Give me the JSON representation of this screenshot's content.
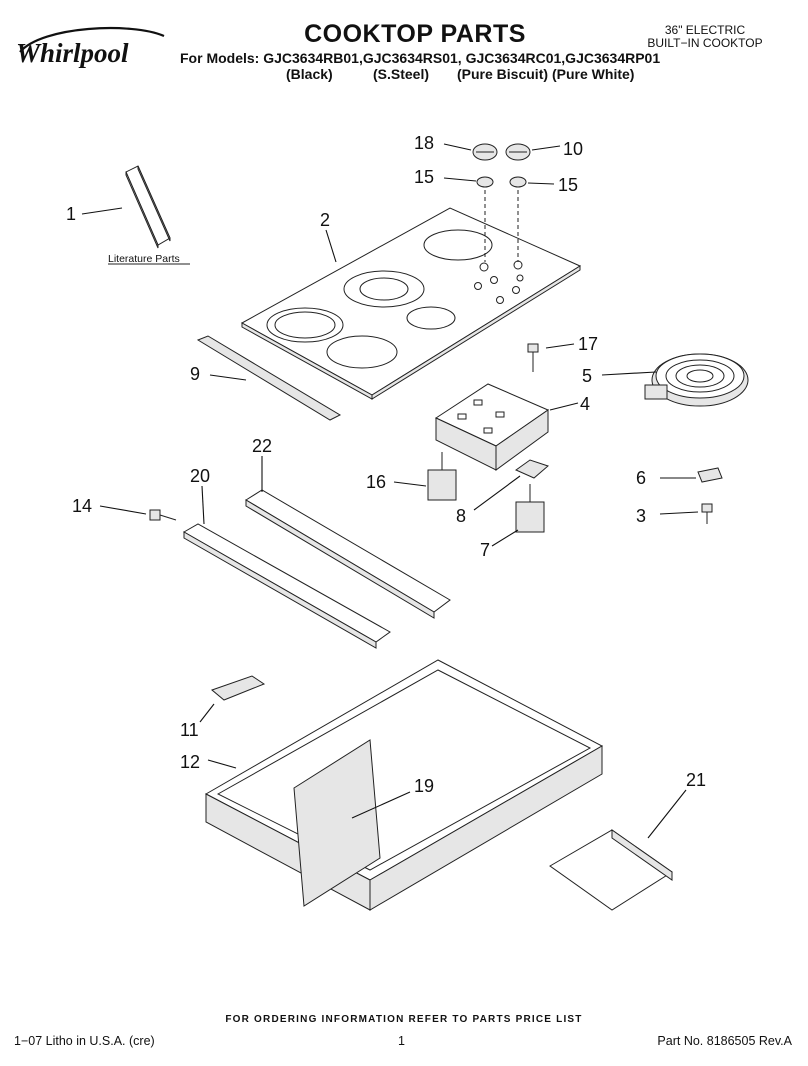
{
  "header": {
    "brand": "Whirlpool",
    "title": "COOKTOP PARTS",
    "models_line": "For Models: GJC3634RB01,GJC3634RS01, GJC3634RC01,GJC3634RP01",
    "finishes": [
      "(Black)",
      "(S.Steel)",
      "(Pure Biscuit)",
      "(Pure White)"
    ],
    "product_type_line1": "36\" ELECTRIC",
    "product_type_line2": "BUILT−IN COOKTOP"
  },
  "diagram": {
    "literature_label": "Literature Parts",
    "callouts": {
      "c1": "1",
      "c2": "2",
      "c3": "3",
      "c4": "4",
      "c5": "5",
      "c6": "6",
      "c7": "7",
      "c8": "8",
      "c9": "9",
      "c10": "10",
      "c11": "11",
      "c12": "12",
      "c14": "14",
      "c15a": "15",
      "c15b": "15",
      "c16": "16",
      "c17": "17",
      "c18": "18",
      "c19": "19",
      "c20": "20",
      "c21": "21",
      "c22": "22"
    }
  },
  "footer": {
    "order_info": "FOR ORDERING INFORMATION REFER TO PARTS PRICE LIST",
    "litho": "1−07 Litho in U.S.A. (cre)",
    "page_number": "1",
    "part_number": "Part No. 8186505 Rev.A"
  },
  "colors": {
    "ink": "#111111",
    "paper": "#ffffff",
    "part_shade": "#e6e6e6"
  }
}
